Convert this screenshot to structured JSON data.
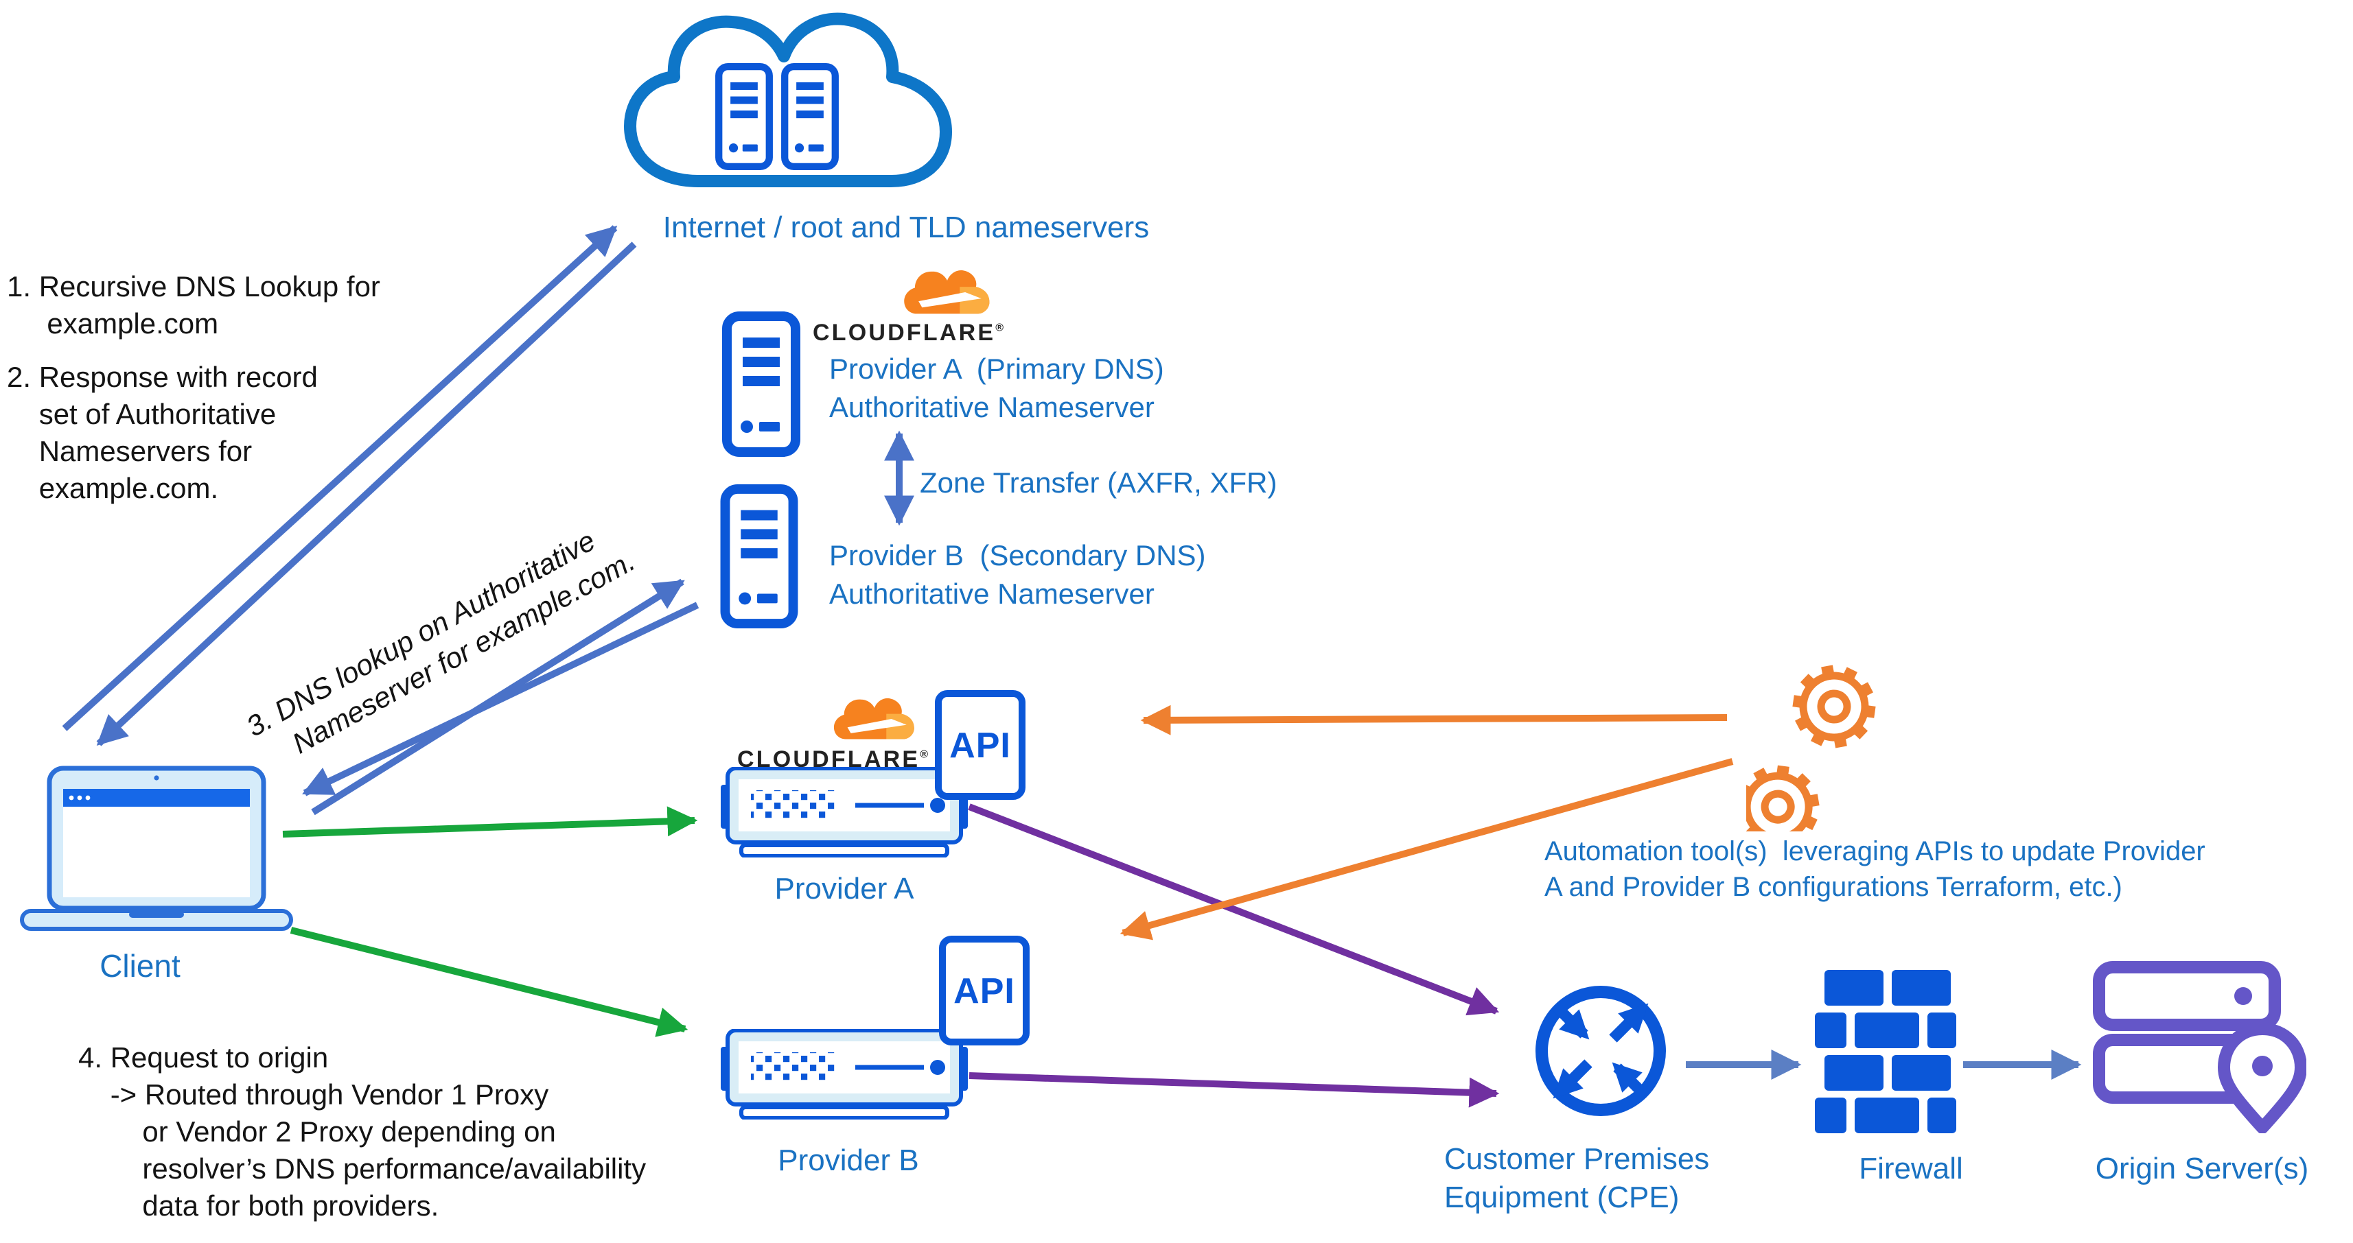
{
  "colors": {
    "icon_blue": "#0b57d8",
    "cloud_blue": "#0e76c8",
    "label_blue": "#1a72c2",
    "arrow_blue": "#4a72c8",
    "arrow_green": "#17a63c",
    "arrow_purple": "#7030a0",
    "arrow_orange": "#ee8030",
    "arrow_steel": "#5b7fc4",
    "cf_orange": "#f6821f",
    "cf_orange_light": "#fbad41",
    "origin_purple": "#6456c8",
    "text_black": "#141414"
  },
  "cloud": {
    "label": "Internet / root and TLD nameservers"
  },
  "annotations": {
    "step12_1": "1. Recursive DNS Lookup for\n     example.com",
    "step12_2": "2. Response with record\n    set of Authoritative\n    Nameservers for\n    example.com.",
    "step3": "3. DNS lookup on Authoritative\n    Nameserver for example.com.",
    "step4": "4. Request to origin\n    -> Routed through Vendor 1 Proxy\n        or Vendor 2 Proxy depending on\n        resolver’s DNS performance/availability\n        data for both providers."
  },
  "client": {
    "label": "Client"
  },
  "cloudflare": {
    "name": "CLOUDFLARE",
    "reg": "®"
  },
  "ns_a": {
    "line1": "Provider A  (Primary DNS)",
    "line2": "Authoritative Nameserver"
  },
  "ns_b": {
    "line1": "Provider B  (Secondary DNS)",
    "line2": "Authoritative Nameserver"
  },
  "zone_transfer": {
    "label": "Zone Transfer (AXFR, XFR)"
  },
  "proxy_a": {
    "api": "API",
    "label": "Provider A"
  },
  "proxy_b": {
    "api": "API",
    "label": "Provider B"
  },
  "automation": {
    "text": "Automation tool(s)  leveraging APIs to update Provider\nA and Provider B configurations Terraform, etc.)"
  },
  "cpe": {
    "label": "Customer Premises\nEquipment (CPE)"
  },
  "firewall": {
    "label": "Firewall"
  },
  "origin": {
    "label": "Origin Server(s)"
  }
}
